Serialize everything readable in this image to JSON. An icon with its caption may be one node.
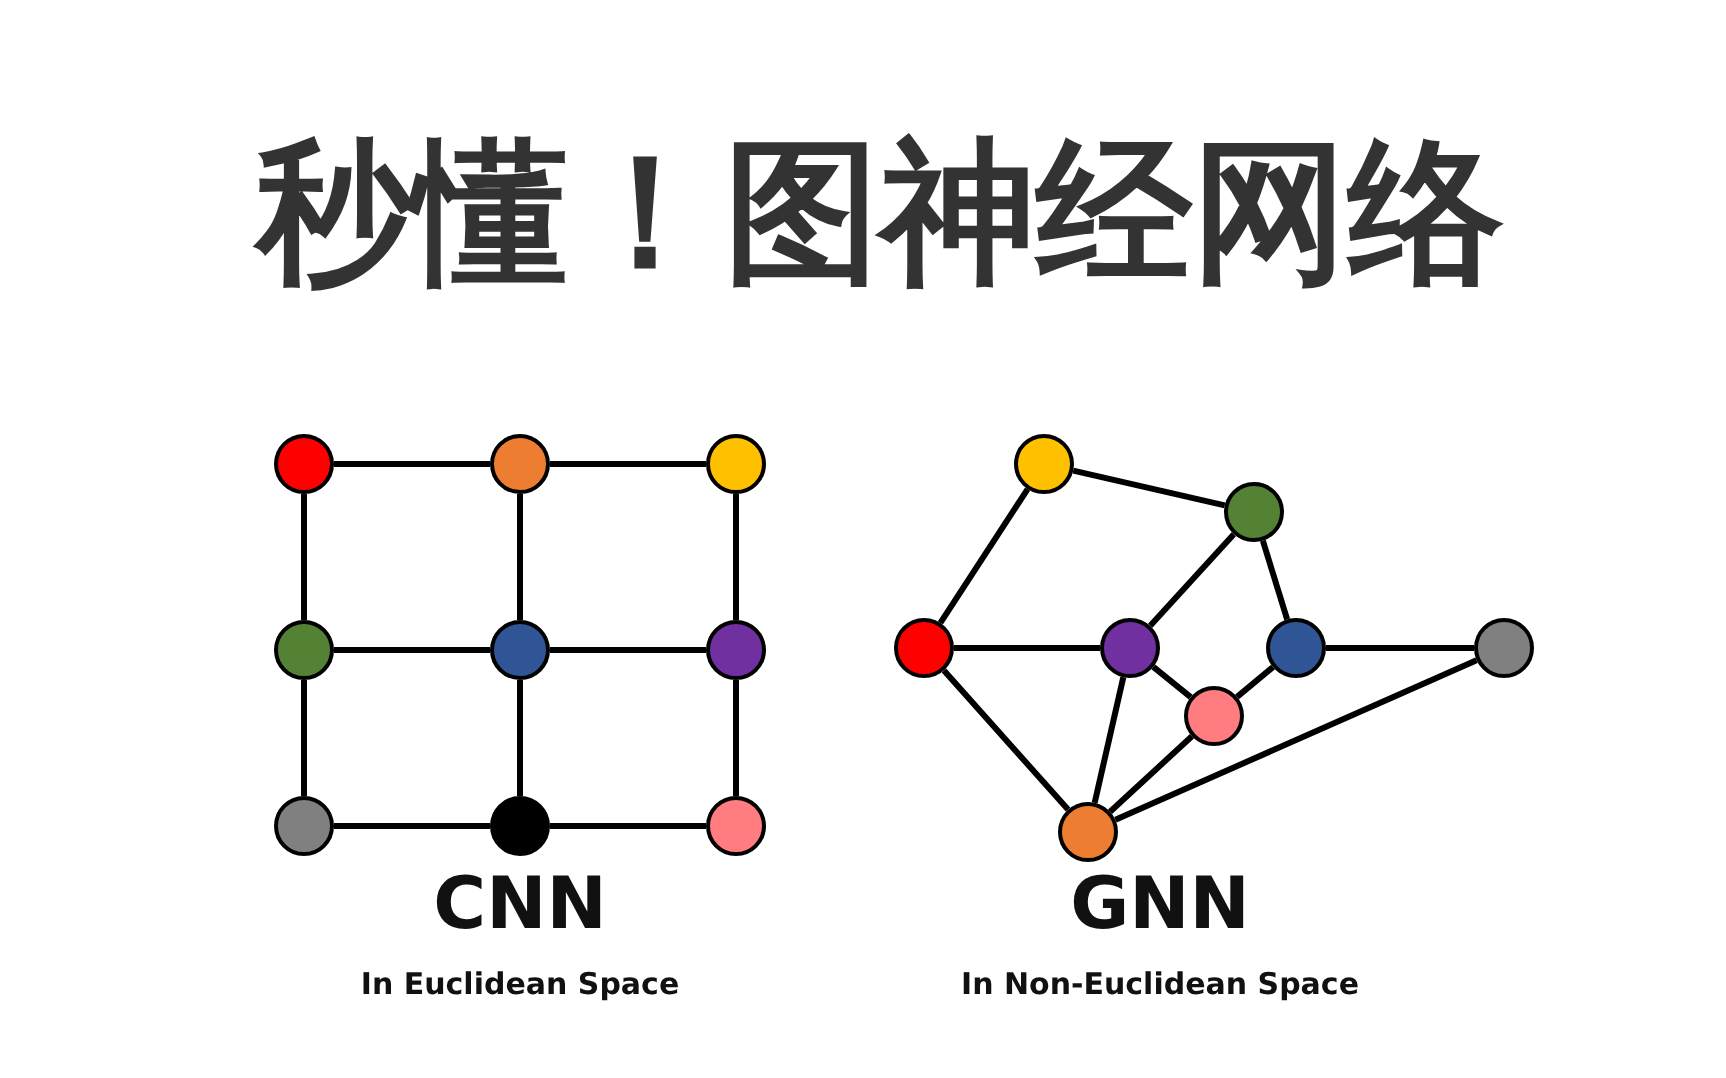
{
  "diagram": {
    "title": "秒懂！图神经网络",
    "nodes": [
      {
        "text": [],
        "shape": "circle"
      },
      {
        "text": [],
        "shape": "circle"
      },
      {
        "text": [],
        "shape": "circle"
      },
      {
        "text": [],
        "shape": "circle"
      },
      {
        "text": [],
        "shape": "circle"
      },
      {
        "text": [],
        "shape": "circle"
      },
      {
        "text": [],
        "shape": "circle"
      },
      {
        "text": [],
        "shape": "circle"
      },
      {
        "text": [],
        "shape": "circle"
      },
      {
        "text": [],
        "shape": "circle"
      },
      {
        "text": [],
        "shape": "circle"
      },
      {
        "text": [],
        "shape": "circle"
      },
      {
        "text": [],
        "shape": "circle"
      },
      {
        "text": [],
        "shape": "circle"
      },
      {
        "text": [],
        "shape": "circle"
      },
      {
        "text": [],
        "shape": "circle"
      },
      {
        "text": [],
        "shape": "circle"
      }
    ],
    "edges": [
      {
        "from": 0,
        "to": 1,
        "arrow": "none"
      },
      {
        "from": 1,
        "to": 2,
        "arrow": "none"
      },
      {
        "from": 3,
        "to": 4,
        "arrow": "none"
      },
      {
        "from": 4,
        "to": 5,
        "arrow": "none"
      },
      {
        "from": 6,
        "to": 7,
        "arrow": "none"
      },
      {
        "from": 7,
        "to": 8,
        "arrow": "none"
      },
      {
        "from": 0,
        "to": 3,
        "arrow": "none"
      },
      {
        "from": 3,
        "to": 6,
        "arrow": "none"
      },
      {
        "from": 1,
        "to": 4,
        "arrow": "none"
      },
      {
        "from": 4,
        "to": 7,
        "arrow": "none"
      },
      {
        "from": 2,
        "to": 5,
        "arrow": "none"
      },
      {
        "from": 5,
        "to": 8,
        "arrow": "none"
      },
      {
        "from": 9,
        "to": 10,
        "arrow": "none"
      },
      {
        "from": 9,
        "to": 11,
        "arrow": "none"
      },
      {
        "from": 10,
        "to": 12,
        "arrow": "none"
      },
      {
        "from": 10,
        "to": 13,
        "arrow": "none"
      },
      {
        "from": 11,
        "to": 12,
        "arrow": "none"
      },
      {
        "from": 11,
        "to": 16,
        "arrow": "none"
      },
      {
        "from": 12,
        "to": 15,
        "arrow": "none"
      },
      {
        "from": 12,
        "to": 16,
        "arrow": "none"
      },
      {
        "from": 13,
        "to": 14,
        "arrow": "none"
      },
      {
        "from": 13,
        "to": 15,
        "arrow": "none"
      },
      {
        "from": 15,
        "to": 16,
        "arrow": "none"
      },
      {
        "from": 14,
        "to": 16,
        "arrow": "none"
      }
    ],
    "labels": [
      "CNN",
      "In Euclidean Space",
      "GNN",
      "In Non-Euclidean Space"
    ]
  }
}
